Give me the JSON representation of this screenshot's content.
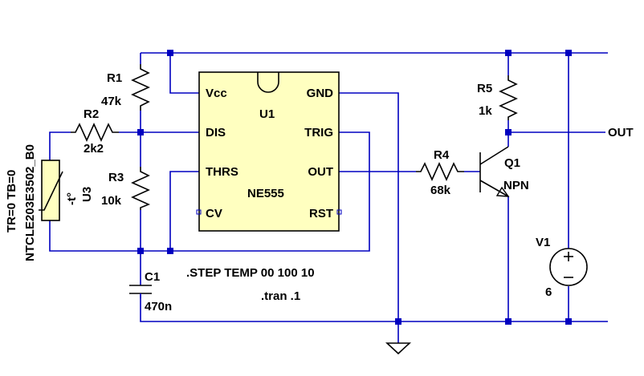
{
  "components": {
    "r1": {
      "name": "R1",
      "value": "47k"
    },
    "r2": {
      "name": "R2",
      "value": "2k2"
    },
    "r3": {
      "name": "R3",
      "value": "10k"
    },
    "r4": {
      "name": "R4",
      "value": "68k"
    },
    "r5": {
      "name": "R5",
      "value": "1k"
    },
    "c1": {
      "name": "C1",
      "value": "470n"
    },
    "u1": {
      "name": "U1",
      "model": "NE555",
      "pins": {
        "vcc": "Vcc",
        "gnd": "GND",
        "dis": "DIS",
        "trig": "TRIG",
        "thrs": "THRS",
        "out": "OUT",
        "cv": "CV",
        "rst": "RST"
      }
    },
    "q1": {
      "name": "Q1",
      "type": "NPN"
    },
    "v1": {
      "name": "V1",
      "value": "6"
    },
    "u3": {
      "name": "U3",
      "symbol": "-t°",
      "params": "TR=0 TB=0",
      "model": "NTCLE203E3502_B0"
    }
  },
  "net_labels": {
    "out": "OUT"
  },
  "directives": {
    "step": ".STEP TEMP 00 100 10",
    "tran": ".tran .1"
  },
  "colors": {
    "wire": "#0000c0",
    "ic_fill": "#ffffc0",
    "component": "#000000"
  }
}
